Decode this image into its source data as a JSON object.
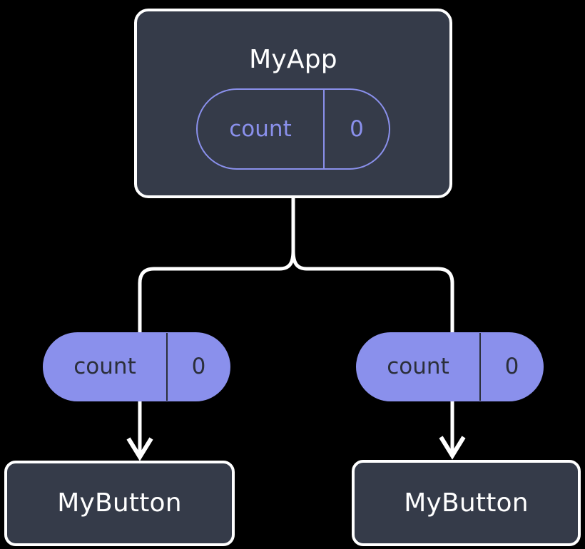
{
  "diagram": {
    "title": "React component tree with count state passed down as props",
    "background_color": "#000000",
    "palette": {
      "node_fill": "#353b49",
      "node_border": "#ffffff",
      "node_text": "#ffffff",
      "pill_accent": "#8a90ec",
      "pill_filled_text": "#2b2f3a",
      "edge_color": "#ffffff"
    }
  },
  "nodes": {
    "root": {
      "label": "MyApp",
      "state": {
        "key": "count",
        "value": "0"
      }
    },
    "left_child": {
      "label": "MyButton",
      "prop": {
        "key": "count",
        "value": "0"
      }
    },
    "right_child": {
      "label": "MyButton",
      "prop": {
        "key": "count",
        "value": "0"
      }
    }
  },
  "edges": [
    {
      "from": "root",
      "to": "left_prop",
      "style": "rounded-branch",
      "arrow": false
    },
    {
      "from": "root",
      "to": "right_prop",
      "style": "rounded-branch",
      "arrow": false
    },
    {
      "from": "left_prop",
      "to": "left_child",
      "style": "straight",
      "arrow": true
    },
    {
      "from": "right_prop",
      "to": "right_child",
      "style": "straight",
      "arrow": true
    }
  ]
}
